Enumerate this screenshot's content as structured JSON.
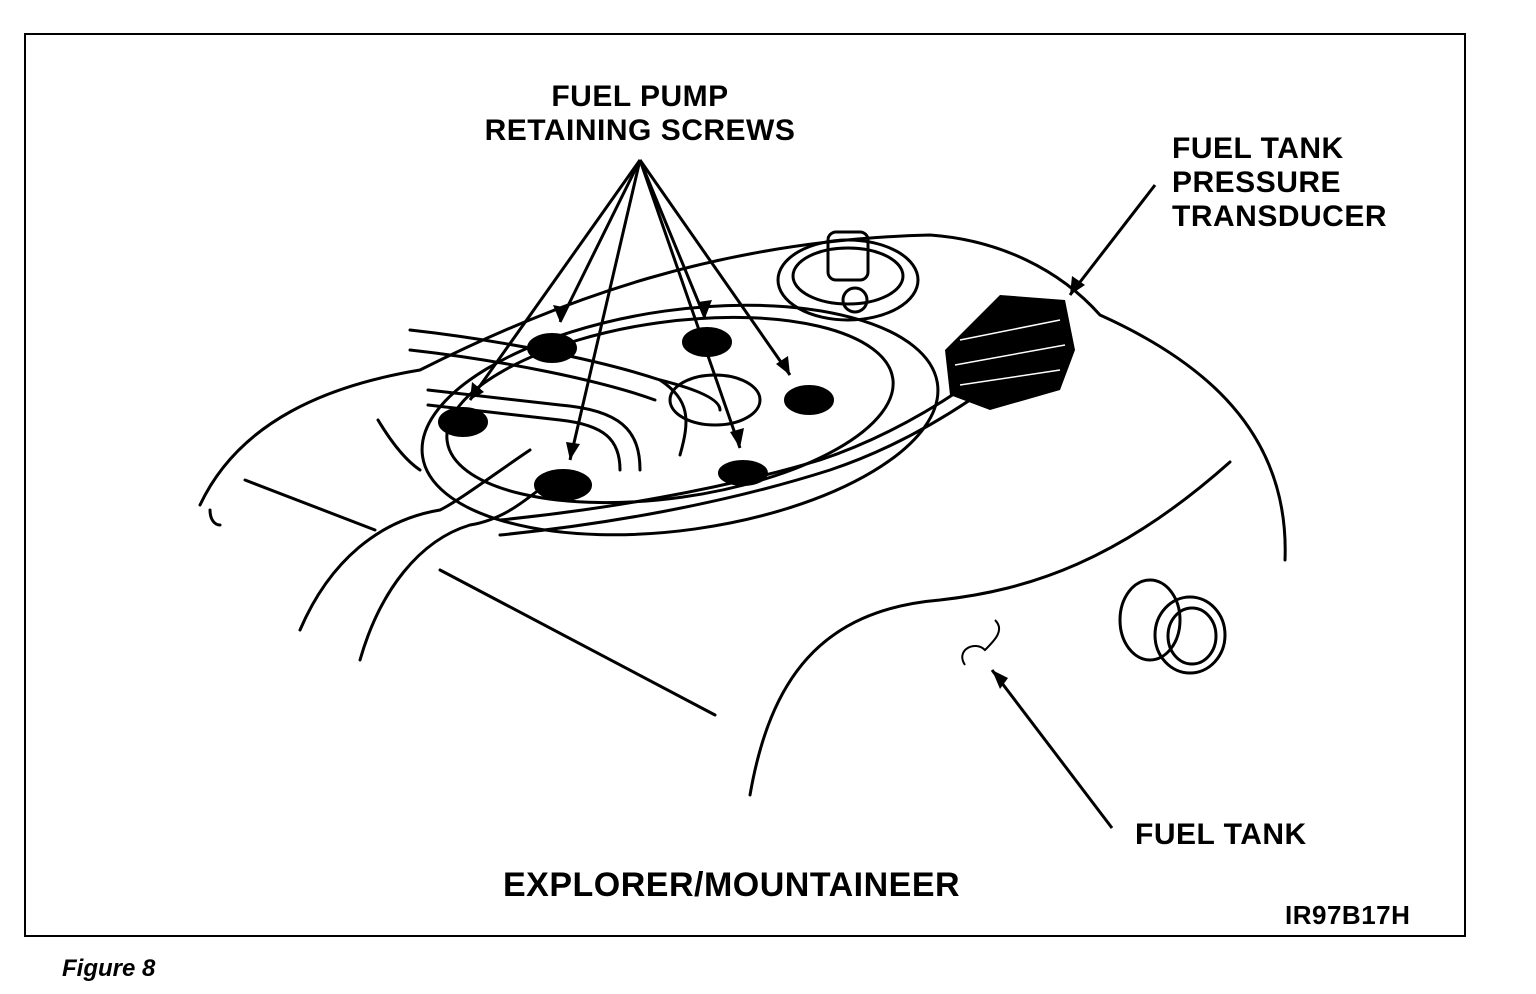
{
  "labels": {
    "screws_line1": "FUEL PUMP",
    "screws_line2": "RETAINING SCREWS",
    "transducer_line1": "FUEL TANK",
    "transducer_line2": "PRESSURE",
    "transducer_line3": "TRANSDUCER",
    "fuel_tank": "FUEL TANK",
    "title": "EXPLORER/MOUNTAINEER",
    "code": "IR97B17H"
  },
  "caption": "Figure 8",
  "colors": {
    "ink": "#000000",
    "paper": "#ffffff"
  }
}
